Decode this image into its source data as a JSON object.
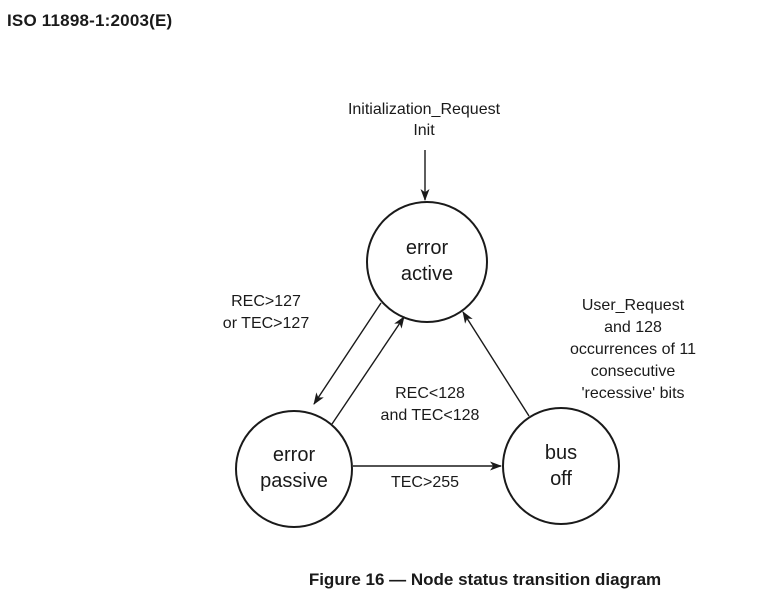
{
  "header": {
    "title": "ISO 11898-1:2003(E)"
  },
  "caption": {
    "text": "Figure 16 — Node status transition diagram"
  },
  "diagram": {
    "type": "state-transition",
    "colors": {
      "ink": "#1a1a1a",
      "background": "#ffffff"
    },
    "states": [
      {
        "name": "error-active",
        "label": "error\nactive"
      },
      {
        "name": "error-passive",
        "label": "error\npassive"
      },
      {
        "name": "bus-off",
        "label": "bus\noff"
      }
    ],
    "transitions": [
      {
        "name": "init-to-error-active",
        "from": "(init)",
        "to": "error-active",
        "label": "Initialization_Request\nInit"
      },
      {
        "name": "error-active-to-error-passive",
        "from": "error-active",
        "to": "error-passive",
        "label": "REC>127\nor TEC>127"
      },
      {
        "name": "error-passive-to-error-active",
        "from": "error-passive",
        "to": "error-active",
        "label": "REC<128\nand TEC<128"
      },
      {
        "name": "error-passive-to-bus-off",
        "from": "error-passive",
        "to": "bus-off",
        "label": "TEC>255"
      },
      {
        "name": "bus-off-to-error-active",
        "from": "bus-off",
        "to": "error-active",
        "label": "User_Request\nand 128 occurrences of 11\nconsecutive 'recessive' bits"
      }
    ]
  }
}
